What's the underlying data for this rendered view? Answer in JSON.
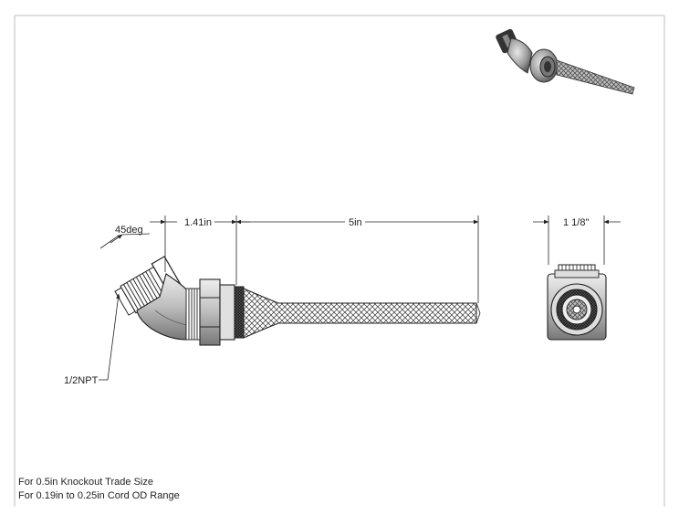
{
  "dimensions": {
    "angle": "45deg",
    "fitting_length": "1.41in",
    "cord_length": "5in",
    "width": "1 1/8\"",
    "thread": "1/2NPT"
  },
  "notes": {
    "line1": "For 0.5in Knockout Trade Size",
    "line2": "For 0.19in to 0.25in Cord OD Range"
  },
  "colors": {
    "line": "#222222",
    "frame": "#bdbdbd",
    "metal": "#d9d9d9",
    "dark_metal": "#555555"
  }
}
